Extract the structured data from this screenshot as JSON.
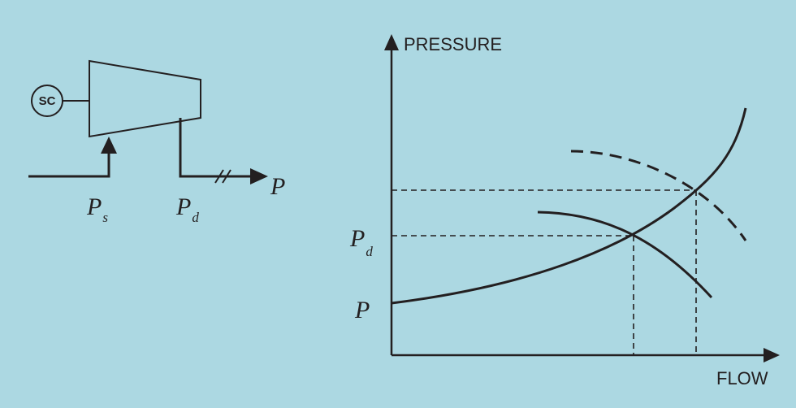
{
  "colors": {
    "background": "#acd8e2",
    "ink": "#231f20"
  },
  "compressor": {
    "controller_label": "SC",
    "suction_symbol": "P",
    "suction_subscript": "s",
    "discharge_symbol": "P",
    "discharge_subscript": "d",
    "outlet_symbol": "P"
  },
  "graph": {
    "y_axis_label": "PRESSURE",
    "x_axis_label": "FLOW",
    "y_mark_discharge_symbol": "P",
    "y_mark_discharge_subscript": "d",
    "y_mark_base_symbol": "P"
  }
}
